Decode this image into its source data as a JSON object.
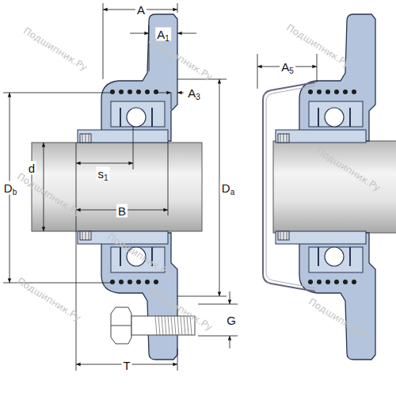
{
  "diagram": {
    "labels": [
      "A",
      "A1",
      "A3",
      "Db",
      "d",
      "s1",
      "B",
      "Da",
      "G",
      "T",
      "A5",
      "Подшипник.Ру",
      "Подшипник.Ру",
      "Подшипник.Ру",
      "Подшипник.Ру",
      "Подшипник.Ру",
      "Подшипник.Ру",
      "Подшипник.Ру",
      "Подшипник.Ру",
      "Подшипник.Ру"
    ]
  }
}
